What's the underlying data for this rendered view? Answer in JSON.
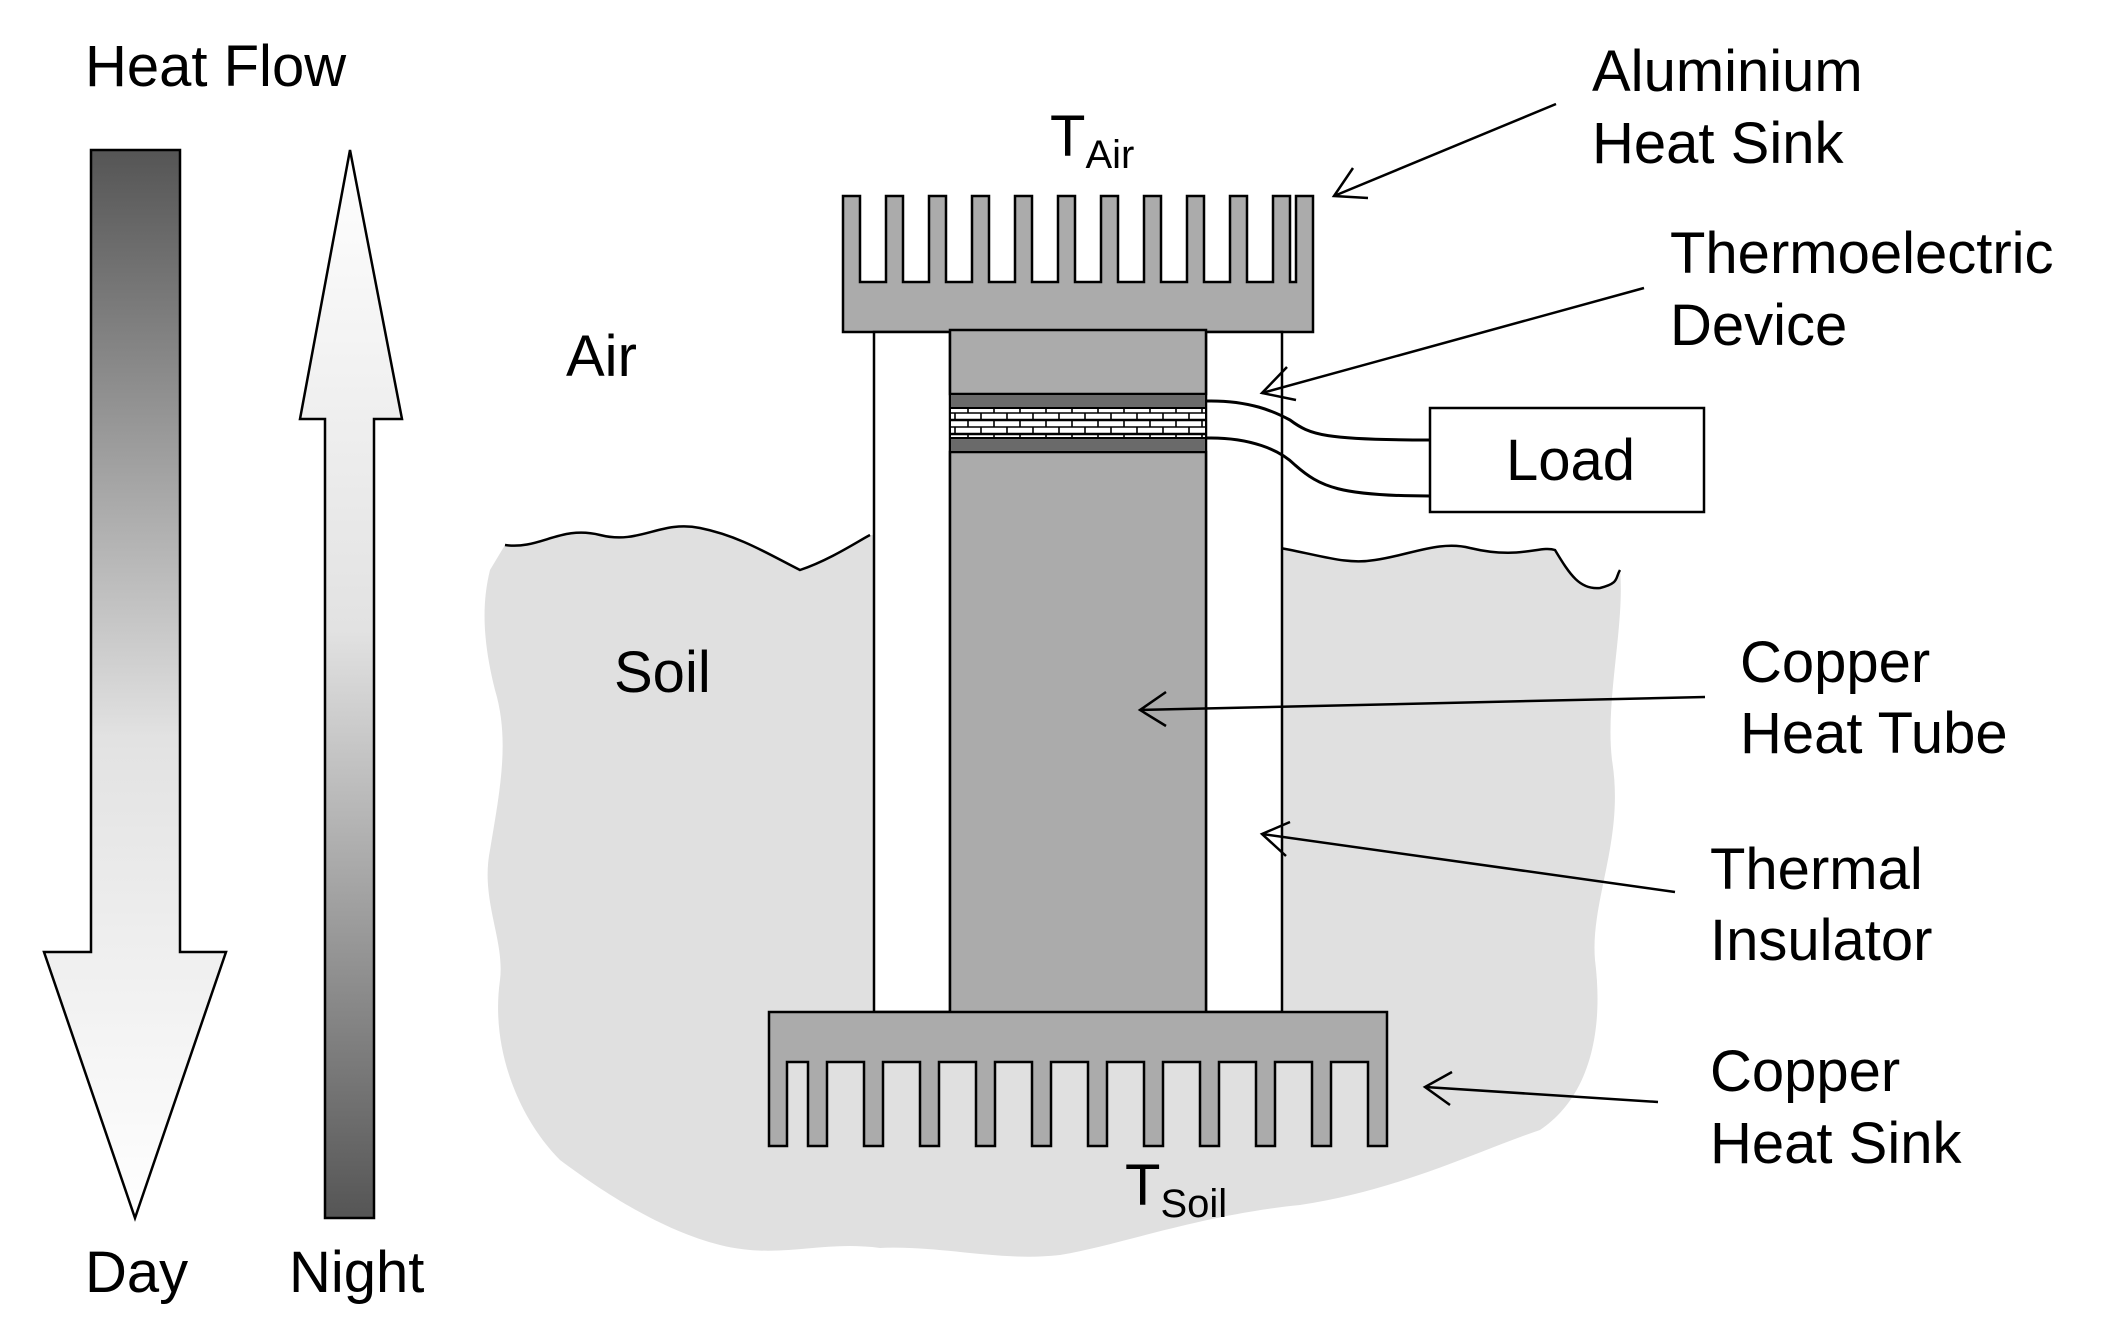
{
  "heat_flow": {
    "title": "Heat Flow",
    "day_label": "Day",
    "night_label": "Night"
  },
  "regions": {
    "air_label": "Air",
    "soil_label": "Soil"
  },
  "temperatures": {
    "air": {
      "symbol": "T",
      "subscript": "Air"
    },
    "soil": {
      "symbol": "T",
      "subscript": "Soil"
    }
  },
  "load": {
    "label": "Load"
  },
  "components": {
    "aluminium_heat_sink": {
      "line1": "Aluminium",
      "line2": "Heat Sink"
    },
    "thermoelectric_device": {
      "line1": "Thermoelectric",
      "line2": "Device"
    },
    "copper_heat_tube": {
      "line1": "Copper",
      "line2": "Heat Tube"
    },
    "thermal_insulator": {
      "line1": "Thermal",
      "line2": "Insulator"
    },
    "copper_heat_sink": {
      "line1": "Copper",
      "line2": "Heat Sink"
    }
  },
  "colors": {
    "soil_fill": "#e0e0e0",
    "metal_fill": "#ababab",
    "insulator_fill": "#ffffff",
    "teg_plate_fill": "#6a6a6a",
    "day_arrow_dark": "#555555",
    "night_arrow_dark": "#555555"
  }
}
